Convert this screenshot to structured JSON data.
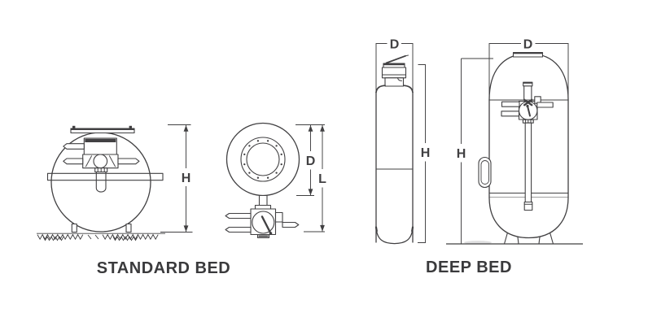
{
  "colors": {
    "background": "#ffffff",
    "line_ink": "#414042",
    "caption_text": "#3a3a3c"
  },
  "standard_bed": {
    "caption": "STANDARD BED",
    "dim_height": "H"
  },
  "top_view": {
    "dim_diameter": "D",
    "dim_overall_length": "L"
  },
  "deep_bed": {
    "caption": "DEEP BED",
    "slim_tank": {
      "dim_diameter": "D",
      "dim_height": "H"
    },
    "large_tank": {
      "dim_diameter": "D",
      "dim_height": "H"
    }
  }
}
